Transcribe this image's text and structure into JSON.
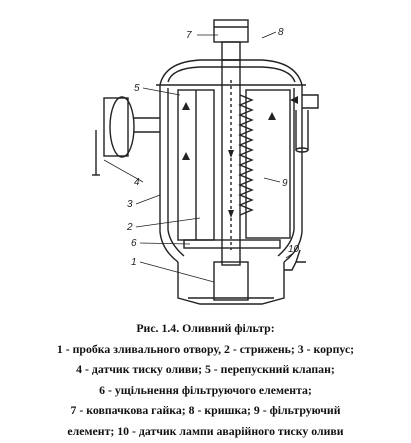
{
  "figure": {
    "labels": {
      "l1": "1",
      "l2": "2",
      "l3": "3",
      "l4": "4",
      "l5": "5",
      "l6": "6",
      "l7": "7",
      "l8": "8",
      "l9": "9",
      "l10": "10"
    }
  },
  "caption": {
    "title": "Рис. 1.4. Оливний фільтр:",
    "line1": "1 - пробка зливального отвору, 2 - стрижень; 3 - корпус;",
    "line2": "4 - датчик тиску оливи; 5 - перепускний клапан;",
    "line3": "6 - ущільнення фільтруючого  елемента;",
    "line4": "7 - ковпачкова гайка; 8 - кришка;  9 - фільтруючий",
    "line5": "елемент; 10 - датчик лампи аварійного тиску оливи"
  }
}
